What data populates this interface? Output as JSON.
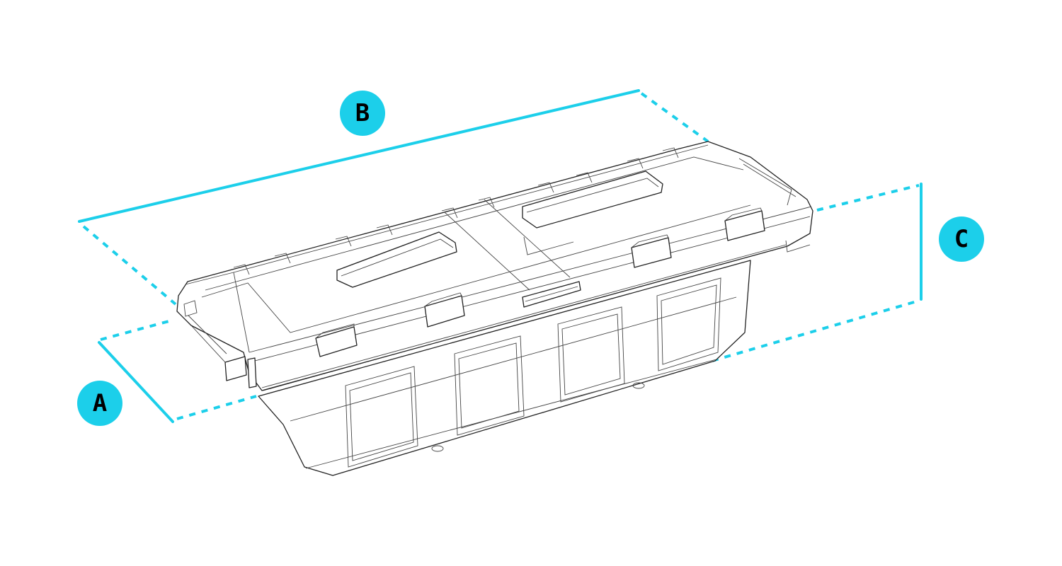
{
  "accent_color": "#1ccfea",
  "line_color": "#222222",
  "subject": "truck tool box",
  "dimension_labels": {
    "a": "A",
    "b": "B",
    "c": "C"
  }
}
